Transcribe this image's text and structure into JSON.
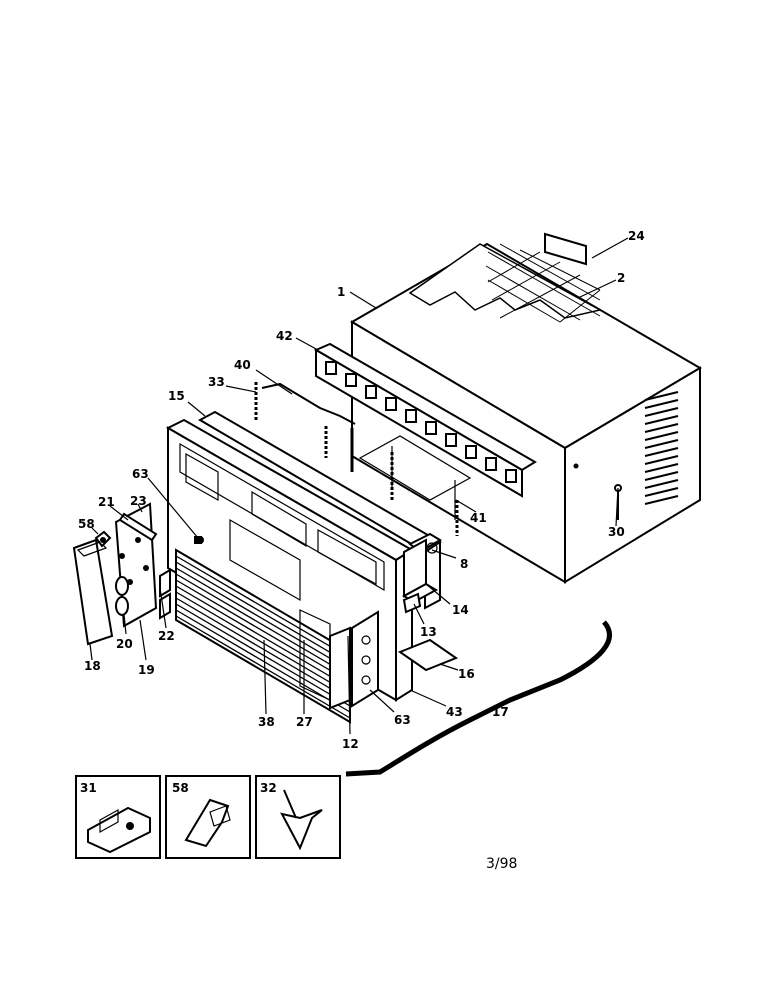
{
  "callouts": {
    "c1": "1",
    "c2": "2",
    "c8": "8",
    "c12": "12",
    "c13": "13",
    "c14": "14",
    "c15": "15",
    "c16": "16",
    "c17": "17",
    "c18": "18",
    "c19": "19",
    "c20": "20",
    "c21": "21",
    "c22": "22",
    "c23": "23",
    "c24": "24",
    "c27": "27",
    "c30": "30",
    "c33": "33",
    "c38": "38",
    "c40": "40",
    "c41": "41",
    "c42": "42",
    "c43": "43",
    "c58": "58",
    "c63a": "63",
    "c63b": "63"
  },
  "insets": {
    "inset1_label": "31",
    "inset2_label": "58",
    "inset3_label": "32"
  },
  "footer": {
    "date_code": "3/98"
  },
  "icons": [
    "air-conditioner-cabinet",
    "front-grille",
    "control-panel",
    "knob",
    "seal-strip",
    "bracket"
  ]
}
